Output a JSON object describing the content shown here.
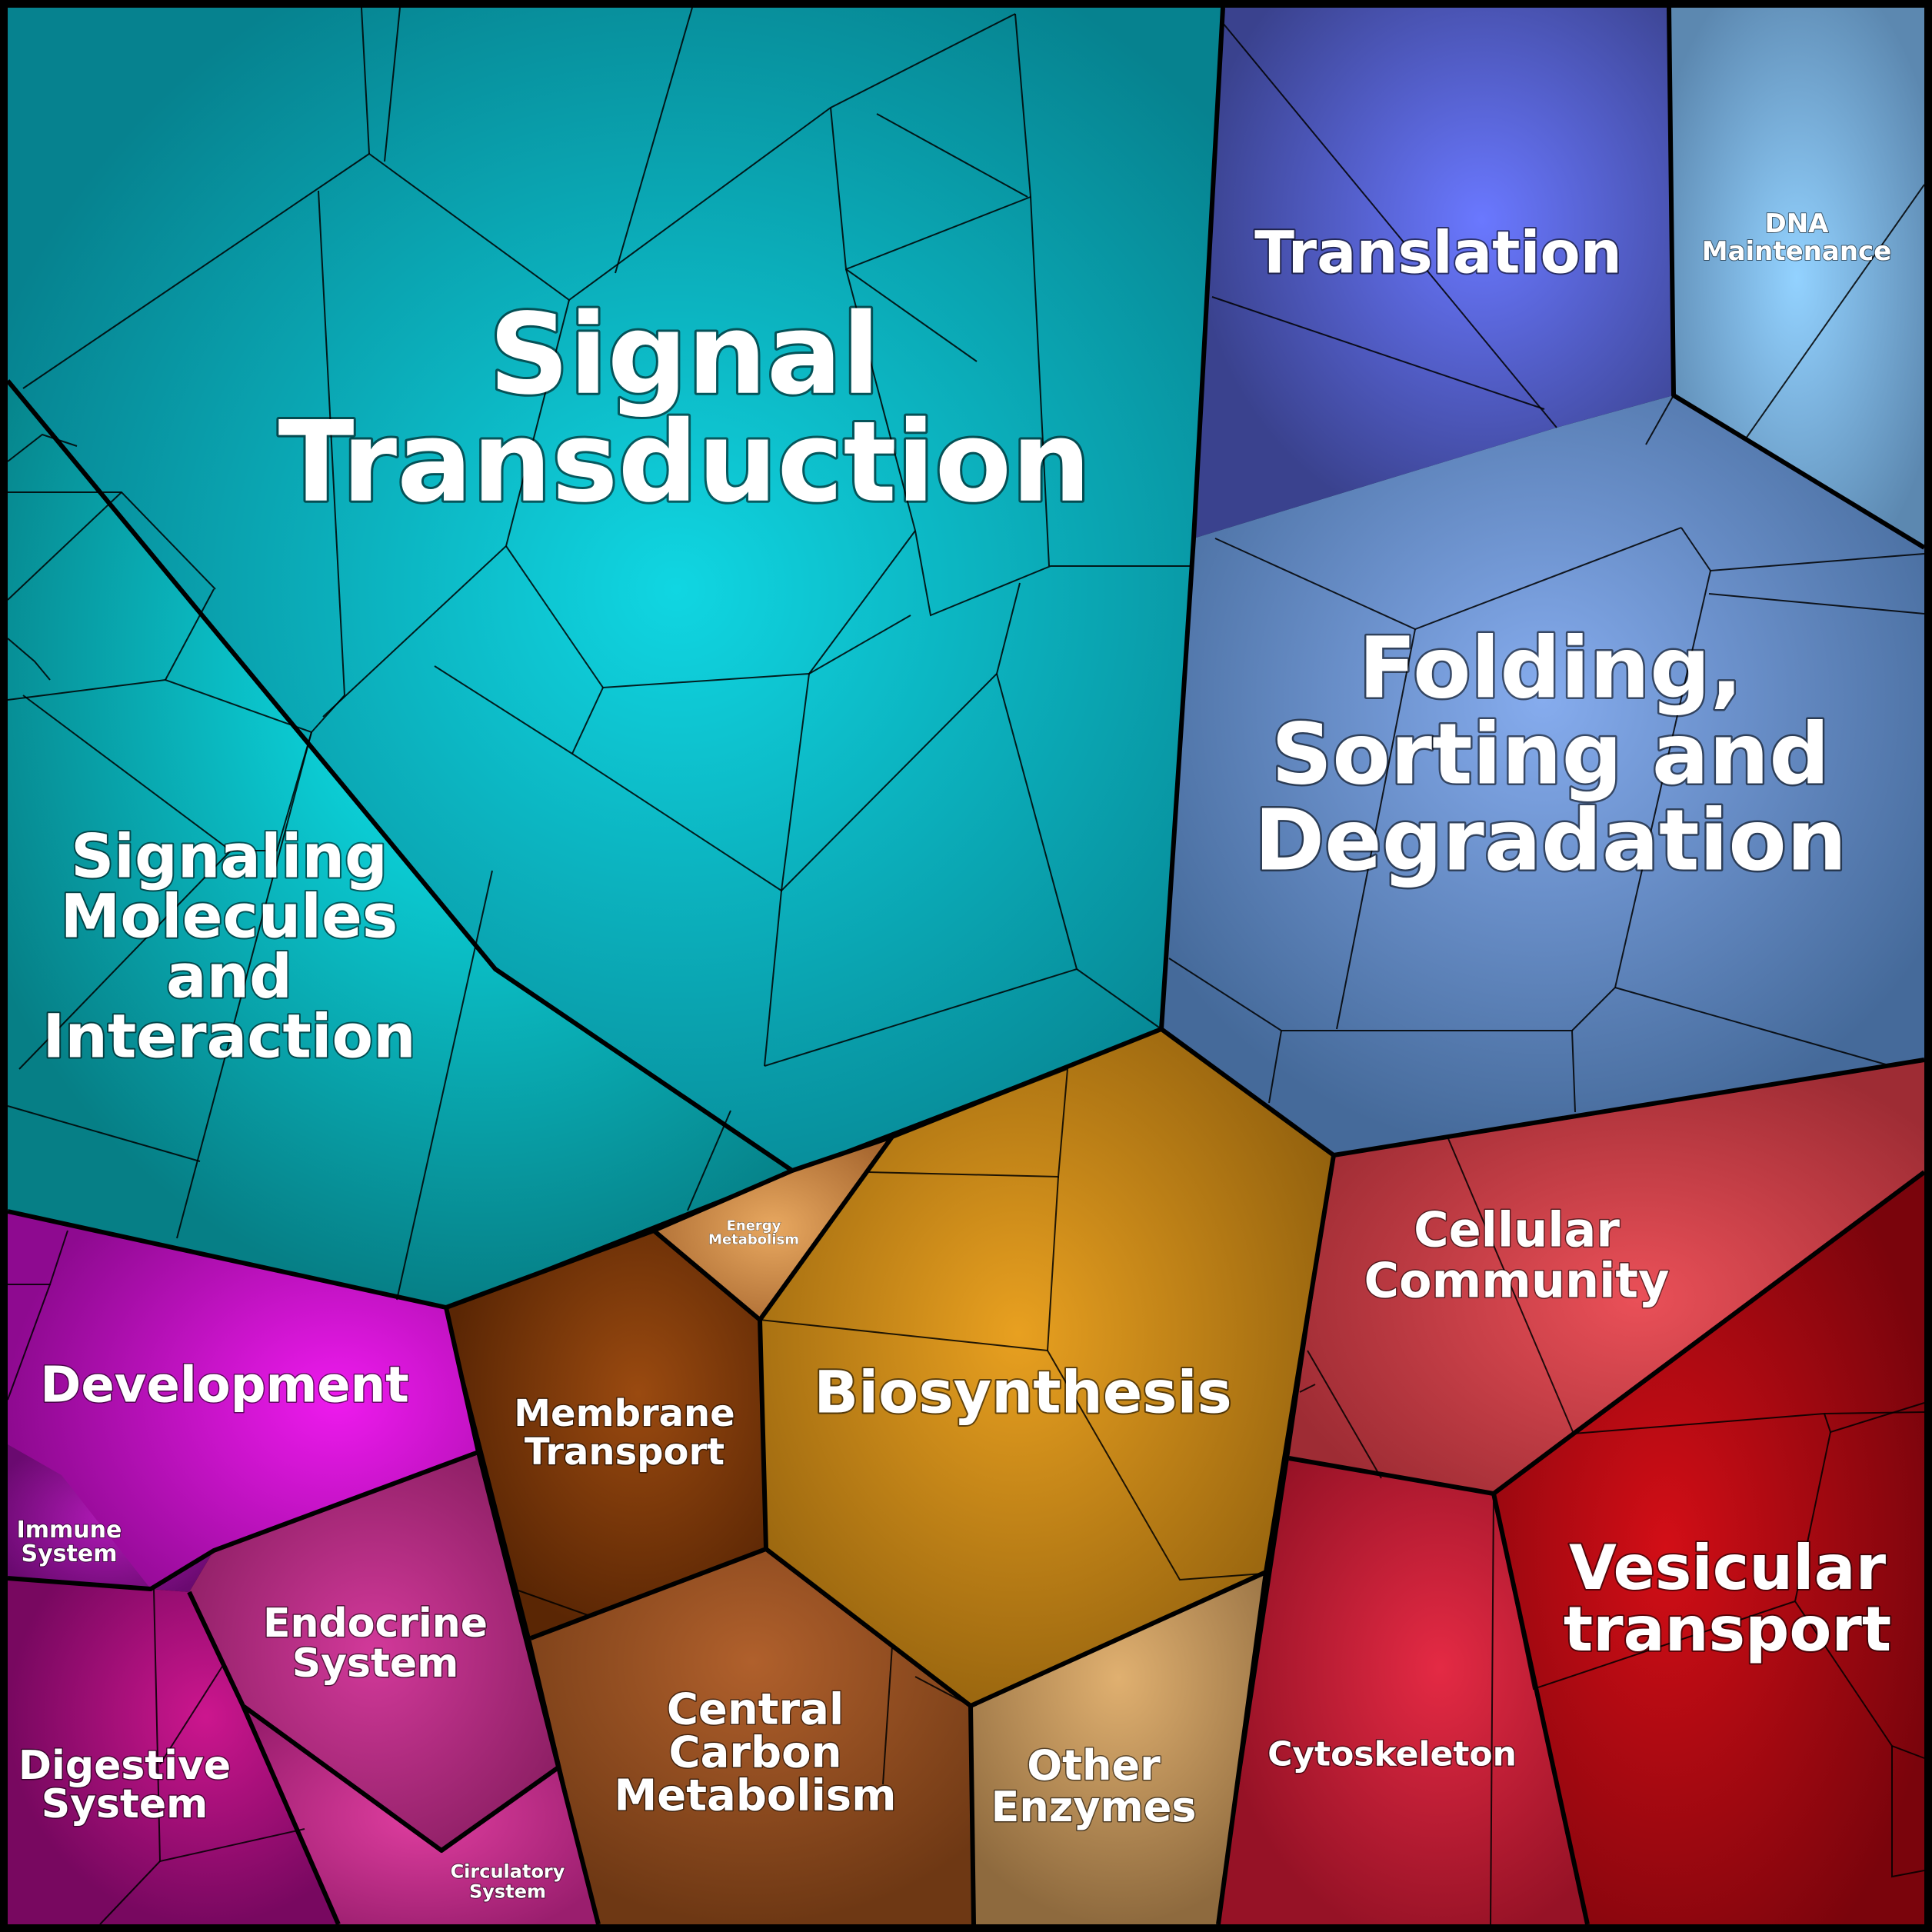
{
  "categories": {
    "signal_transduction": {
      "label": [
        "Signal",
        "Transduction"
      ],
      "color": "#07a9b8"
    },
    "signaling_molecules": {
      "label": [
        "Signaling",
        "Molecules",
        "and",
        "Interaction"
      ],
      "color": "#079ea8"
    },
    "translation": {
      "label": [
        "Translation"
      ],
      "color": "#4a55c4"
    },
    "dna_maintenance": {
      "label": [
        "DNA",
        "Maintenance"
      ],
      "color": "#77aee0"
    },
    "folding": {
      "label": [
        "Folding,",
        "Sorting and",
        "Degradation"
      ],
      "color": "#6a8cc6"
    },
    "development": {
      "label": [
        "Development"
      ],
      "color": "#c214c8"
    },
    "immune_system": {
      "label": [
        "Immune",
        "System"
      ],
      "color": "#a013a6"
    },
    "endocrine_system": {
      "label": [
        "Endocrine",
        "System"
      ],
      "color": "#b82c86"
    },
    "digestive_system": {
      "label": [
        "Digestive",
        "System"
      ],
      "color": "#a50f7c"
    },
    "circulatory_system": {
      "label": [
        "Circulatory",
        "System"
      ],
      "color": "#c43090"
    },
    "energy_metabolism": {
      "label": [
        "Energy",
        "Metabolism"
      ],
      "color": "#c88846"
    },
    "membrane_transport": {
      "label": [
        "Membrane",
        "Transport"
      ],
      "color": "#7a3408"
    },
    "biosynthesis": {
      "label": [
        "Biosynthesis"
      ],
      "color": "#c48814"
    },
    "central_carbon": {
      "label": [
        "Central",
        "Carbon",
        "Metabolism"
      ],
      "color": "#8f4a1c"
    },
    "other_enzymes": {
      "label": [
        "Other",
        "Enzymes"
      ],
      "color": "#b98f58"
    },
    "cellular_community": {
      "label": [
        "Cellular",
        "Community"
      ],
      "color": "#cc4048"
    },
    "vesicular_transport": {
      "label": [
        "Vesicular",
        "transport"
      ],
      "color": "#b50a12"
    },
    "cytoskeleton": {
      "label": [
        "Cytoskeleton"
      ],
      "color": "#c21e32"
    }
  }
}
